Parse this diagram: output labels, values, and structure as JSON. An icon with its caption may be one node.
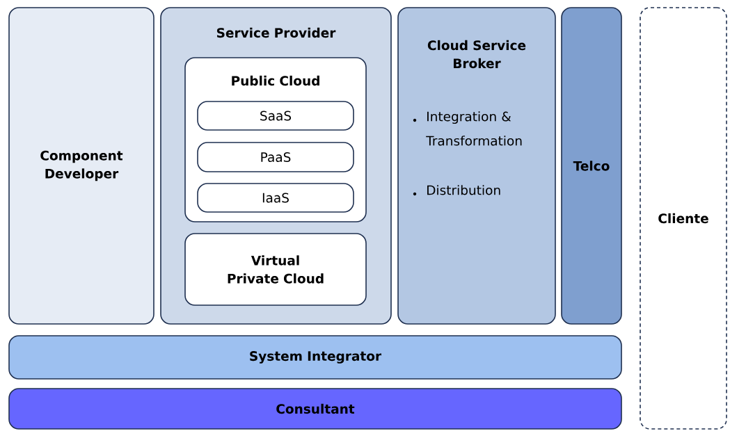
{
  "diagram": {
    "nodes": [
      {
        "text": [
          "Component Developer"
        ]
      },
      {
        "text": [
          "Service Provider"
        ]
      },
      {
        "text": [
          "Public Cloud"
        ],
        "in": 1
      },
      {
        "text": [
          "SaaS"
        ],
        "in": 2
      },
      {
        "text": [
          "PaaS"
        ],
        "in": 2
      },
      {
        "text": [
          "IaaS"
        ],
        "in": 2
      },
      {
        "text": [
          "Virtual Private Cloud"
        ],
        "in": 1
      },
      {
        "text": [
          "Cloud Service Broker",
          "Integration & Transformation",
          "Distribution"
        ]
      },
      {
        "text": [
          "Telco"
        ]
      },
      {
        "text": [
          "System Integrator"
        ]
      },
      {
        "text": [
          "Consultant"
        ]
      },
      {
        "text": [
          "Cliente"
        ]
      }
    ]
  }
}
